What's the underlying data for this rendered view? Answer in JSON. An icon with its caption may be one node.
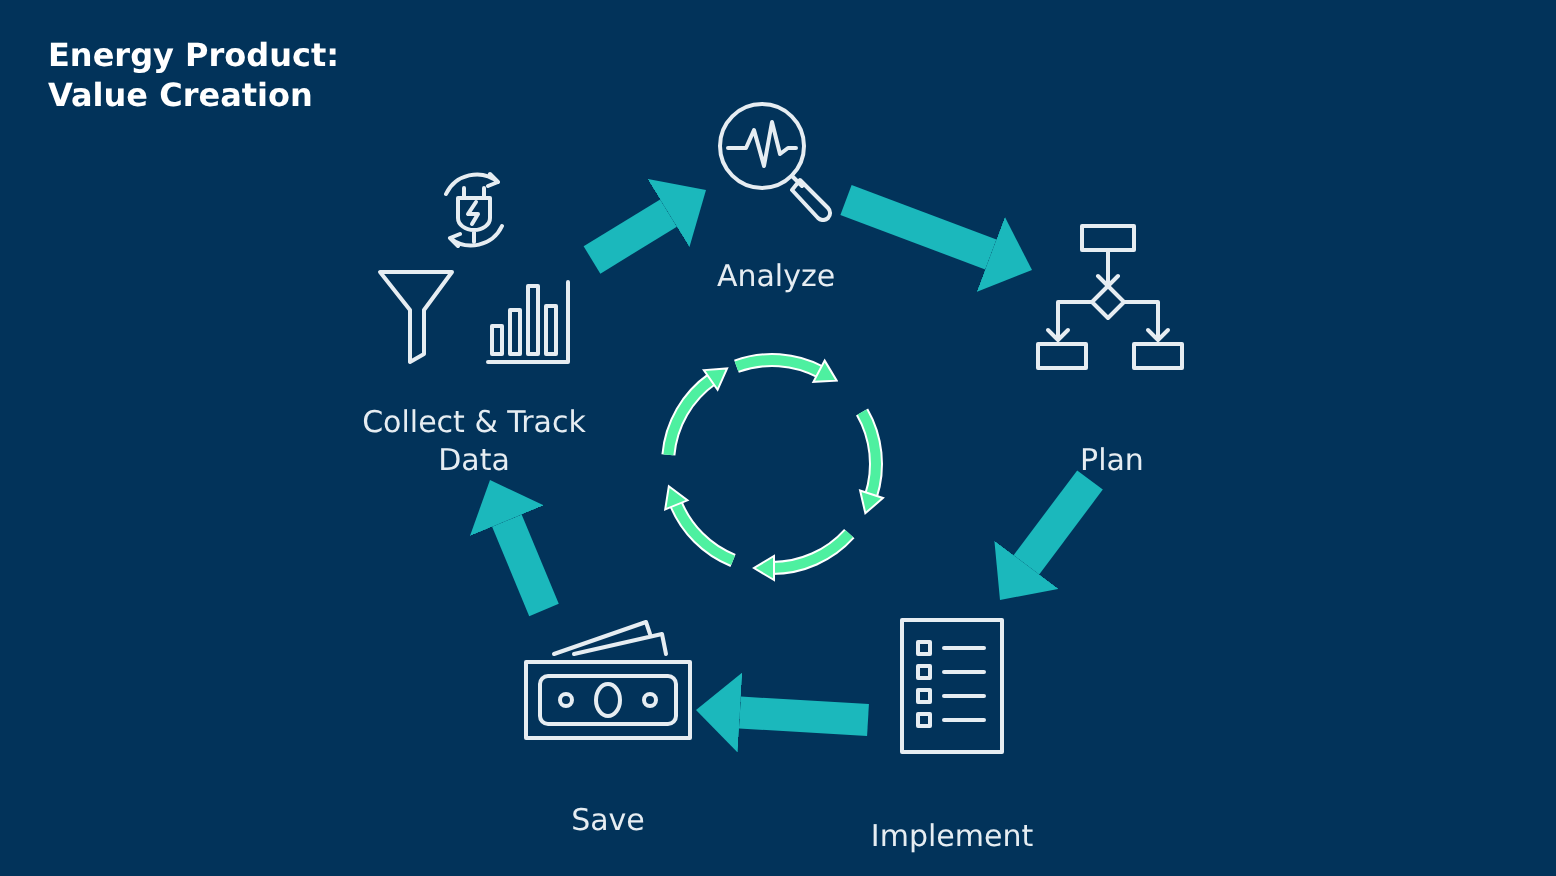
{
  "diagram": {
    "title": "Energy Product: Value Creation",
    "nodes": [
      {
        "text": [
          "Analyze"
        ]
      },
      {
        "text": [
          "Plan"
        ]
      },
      {
        "text": [
          "Implement"
        ]
      },
      {
        "text": [
          "Save"
        ]
      },
      {
        "text": [
          "Collect & Track Data"
        ]
      }
    ],
    "edges": [
      {
        "from": 0,
        "to": 1,
        "arrow": "to"
      },
      {
        "from": 1,
        "to": 2,
        "arrow": "to"
      },
      {
        "from": 2,
        "to": 3,
        "arrow": "to"
      },
      {
        "from": 3,
        "to": 4,
        "arrow": "to"
      },
      {
        "from": 4,
        "to": 0,
        "arrow": "to"
      }
    ]
  }
}
